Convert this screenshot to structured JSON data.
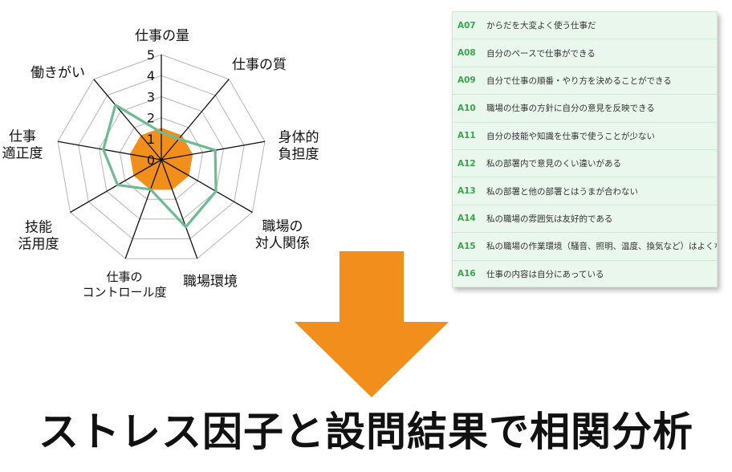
{
  "chart_data": {
    "type": "radar",
    "axes": [
      "仕事の量",
      "仕事の質",
      "身体的負担度",
      "職場の対人関係",
      "職場環境",
      "仕事のコントロール度",
      "技能活用度",
      "仕事適正度",
      "働きがい"
    ],
    "axis_label_lines": [
      [
        "仕事の量"
      ],
      [
        "仕事の質"
      ],
      [
        "身体的",
        "負担度"
      ],
      [
        "職場の",
        "対人関係"
      ],
      [
        "職場環境"
      ],
      [
        "仕事の",
        "コントロール度"
      ],
      [
        "技能",
        "活用度"
      ],
      [
        "仕事",
        "適正度"
      ],
      [
        "働きがい"
      ]
    ],
    "rmax": 5,
    "ticks": [
      "0",
      "1",
      "2",
      "3",
      "4",
      "5"
    ],
    "series": [
      {
        "values": [
          1.3,
          1.3,
          2.6,
          3.0,
          3.4,
          1.5,
          2.4,
          2.8,
          3.4
        ],
        "color": "#6dbb91",
        "style": "line"
      },
      {
        "values": [
          1.5,
          1.5,
          1.5,
          1.5,
          1.5,
          1.5,
          1.5,
          1.5,
          1.5
        ],
        "color": "#f28e1c",
        "style": "filled"
      }
    ]
  },
  "questions": [
    {
      "code": "A07",
      "text": "からだを大変よく使う仕事だ"
    },
    {
      "code": "A08",
      "text": "自分のペースで仕事ができる"
    },
    {
      "code": "A09",
      "text": "自分で仕事の順番・やり方を決めることができる"
    },
    {
      "code": "A10",
      "text": "職場の仕事の方針に自分の意見を反映できる"
    },
    {
      "code": "A11",
      "text": "自分の技能や知識を仕事で使うことが少ない"
    },
    {
      "code": "A12",
      "text": "私の部署内で意見のくい違いがある"
    },
    {
      "code": "A13",
      "text": "私の部署と他の部署とはうまが合わない"
    },
    {
      "code": "A14",
      "text": "私の職場の雰囲気は友好的である"
    },
    {
      "code": "A15",
      "text": "私の職場の作業環境（騒音、照明、温度、換気など）はよくない"
    },
    {
      "code": "A16",
      "text": "仕事の内容は自分にあっている"
    }
  ],
  "arrow_color": "#f28e1c",
  "caption": "ストレス因子と設問結果で相関分析"
}
